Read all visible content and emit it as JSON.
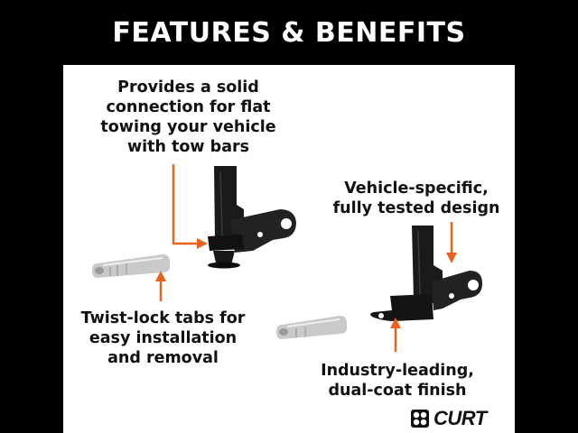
{
  "banner": {
    "title": "FEATURES & BENEFITS"
  },
  "captions": {
    "connection": [
      "Provides a solid",
      "connection for flat",
      "towing your vehicle",
      "with tow bars"
    ],
    "vehicle_specific": [
      "Vehicle-specific,",
      "fully tested design"
    ],
    "twist_lock": [
      "Twist-lock tabs for",
      "easy installation",
      "and removal"
    ],
    "finish": [
      "Industry-leading,",
      "dual-coat finish"
    ]
  },
  "logo": {
    "word": "CURT"
  },
  "colors": {
    "background": "#000000",
    "panel": "#ffffff",
    "arrow": "#e8631f",
    "text": "#111111"
  }
}
